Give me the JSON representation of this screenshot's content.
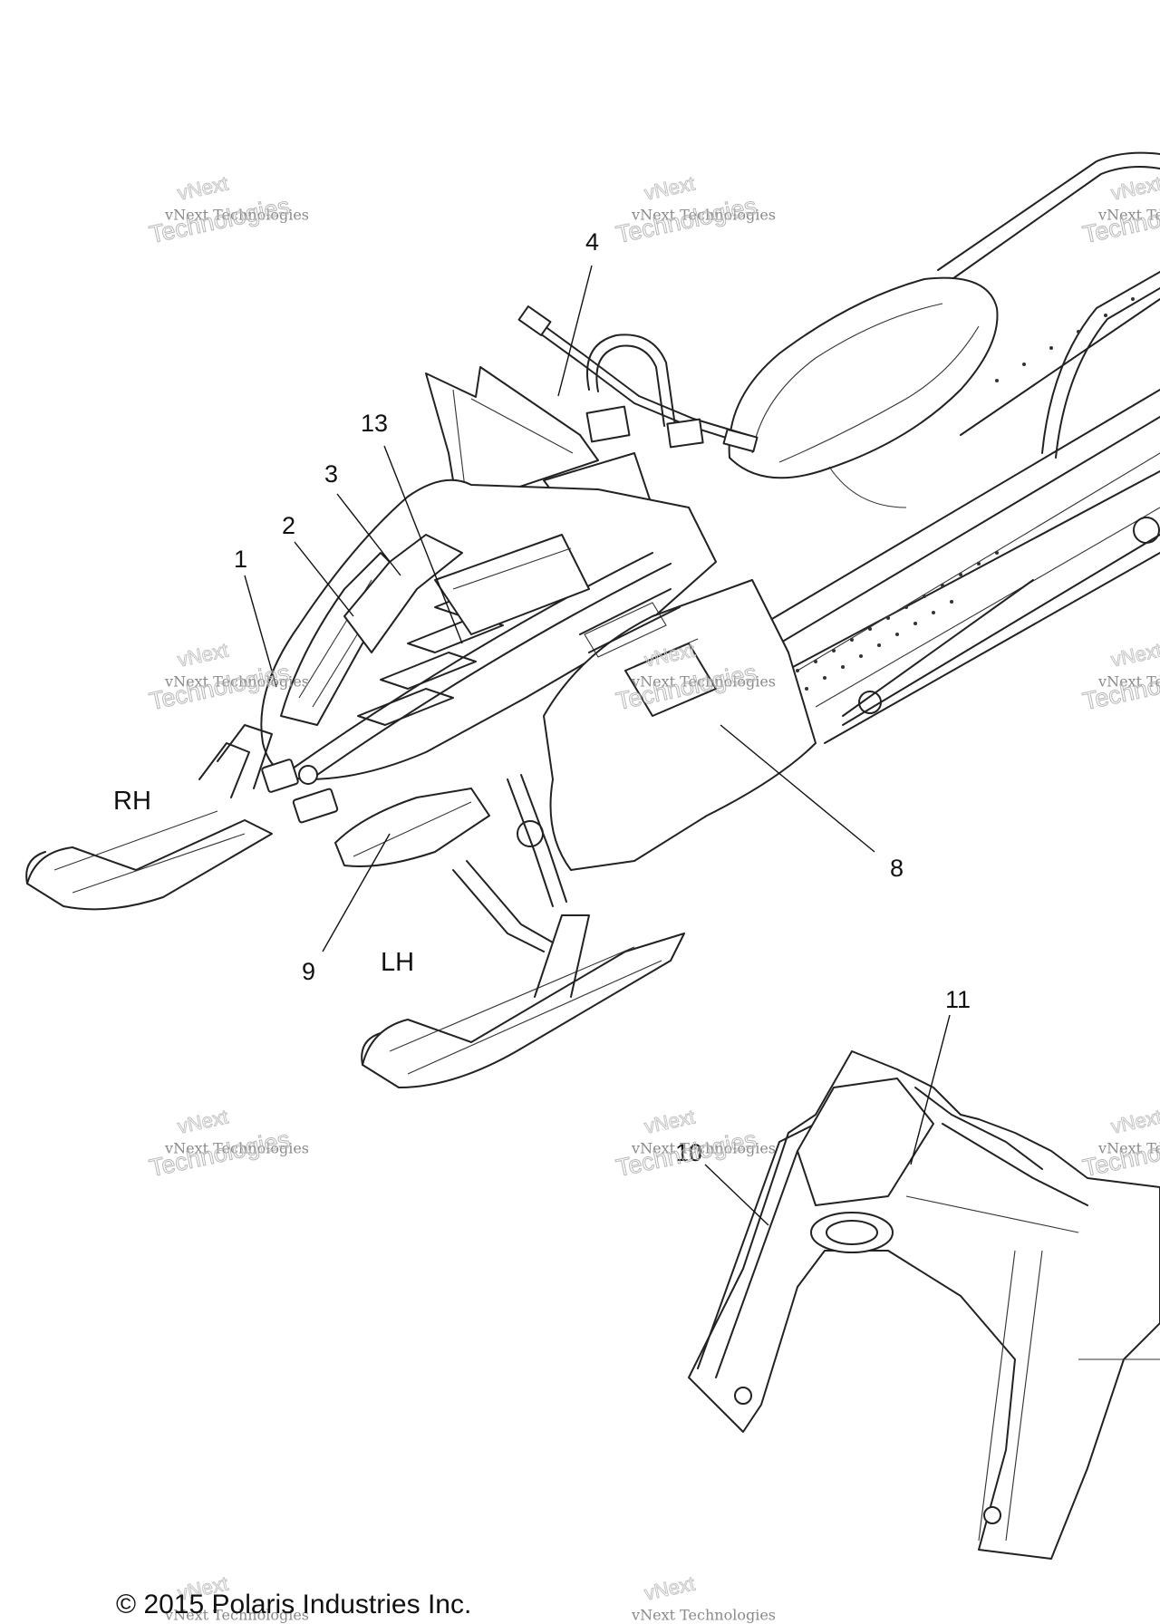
{
  "diagram": {
    "callouts": [
      "1",
      "2",
      "3",
      "4",
      "8",
      "9",
      "10",
      "11",
      "13"
    ],
    "side_labels": {
      "right": "RH",
      "left": "LH"
    },
    "watermark": {
      "line1": "vNext",
      "line2": "vNext Technologies",
      "line3": "Technologies"
    }
  },
  "footer": {
    "copyright": "© 2015 Polaris Industries Inc."
  }
}
